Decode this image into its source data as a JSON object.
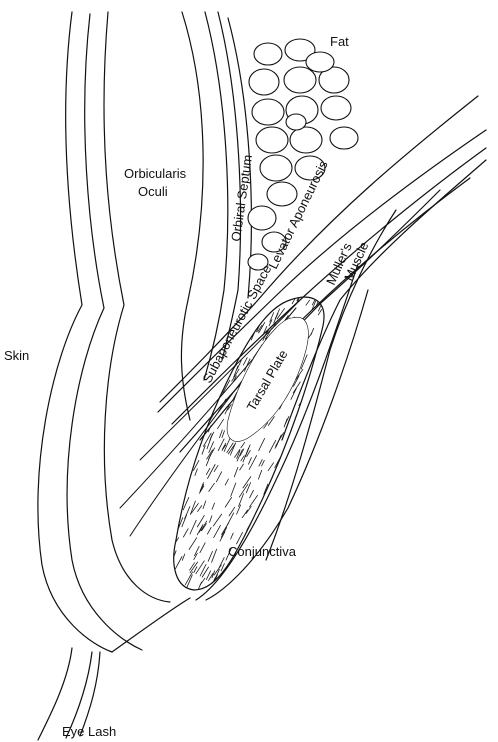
{
  "diagram": {
    "labels": {
      "fat": "Fat",
      "orbicularis_line1": "Orbicularis",
      "orbicularis_line2": "Oculi",
      "orbital_septum": "Orbiral Septum",
      "levator_aponeurosis": "Levator Aponeurosis",
      "mullers_line1": "Muller's",
      "mullers_line2": "Muscle",
      "subaponeurotic_space": "Subaponeurotic Space",
      "tarsal_plate": "Tarsal Plate",
      "skin": "Skin",
      "conjunctiva": "Conjunctiva",
      "eye_lash": "Eye Lash"
    },
    "colors": {
      "ink": "#111111",
      "background": "#ffffff"
    }
  }
}
